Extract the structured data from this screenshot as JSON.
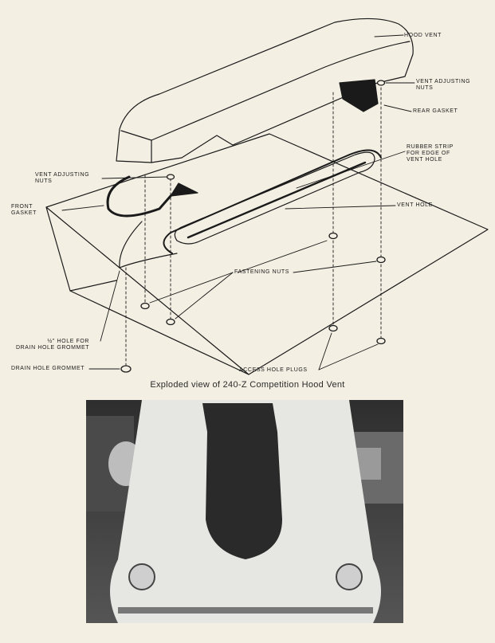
{
  "figure": {
    "caption": "Exploded view of 240-Z Competition Hood Vent",
    "labels": {
      "hood_vent": "HOOD VENT",
      "vent_adjusting_nuts_rear": "VENT ADJUSTING\nNUTS",
      "rear_gasket": "REAR GASKET",
      "rubber_strip": "RUBBER STRIP\nFOR EDGE OF\nVENT HOLE",
      "vent_adjusting_nuts_front": "VENT ADJUSTING\nNUTS",
      "front_gasket": "FRONT\nGASKET",
      "vent_hole": "VENT HOLE",
      "fastening_nuts": "FASTENING NUTS",
      "drain_hole_size": "½\" HOLE FOR\nDRAIN HOLE GROMMET",
      "drain_hole_grommet": "DRAIN HOLE GROMMET",
      "access_hole_plugs": "ACCESS HOLE PLUGS"
    }
  },
  "photo": {
    "subject": "car-with-hood-vent"
  },
  "colors": {
    "paper": "#f3efe3",
    "ink": "#1a1a1a"
  }
}
